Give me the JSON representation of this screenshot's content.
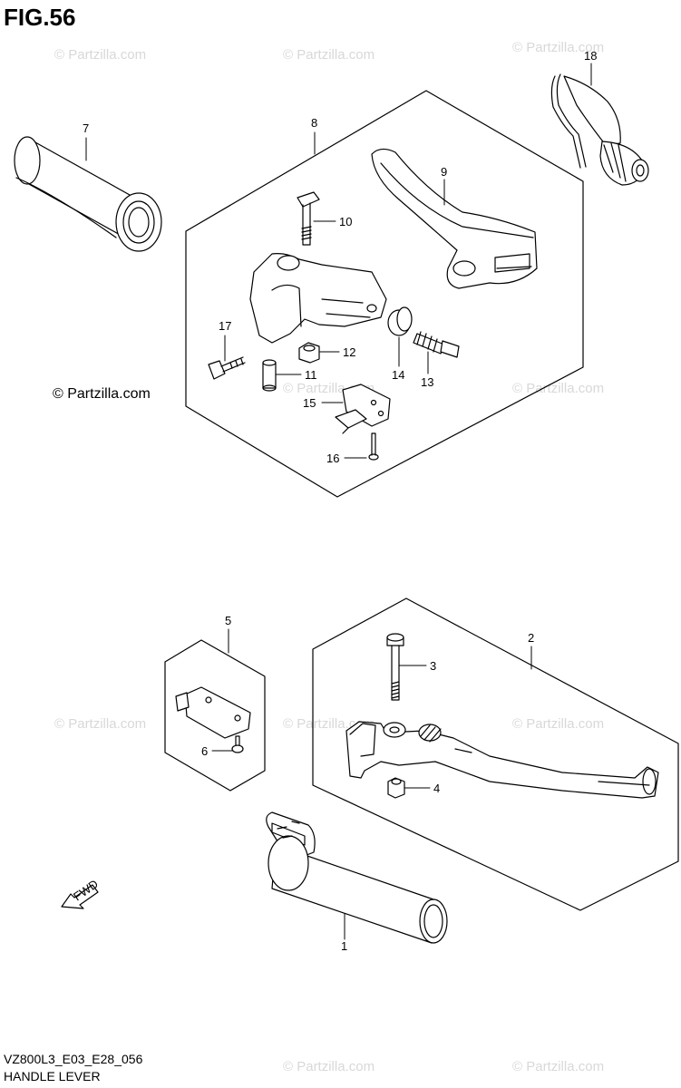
{
  "figure": {
    "title": "FIG.56",
    "code": "VZ800L3_E03_E28_056",
    "name": "HANDLE LEVER",
    "watermark": "© Partzilla.com"
  },
  "parts": [
    {
      "number": "1"
    },
    {
      "number": "2"
    },
    {
      "number": "3"
    },
    {
      "number": "4"
    },
    {
      "number": "5"
    },
    {
      "number": "6"
    },
    {
      "number": "7"
    },
    {
      "number": "8"
    },
    {
      "number": "9"
    },
    {
      "number": "10"
    },
    {
      "number": "11"
    },
    {
      "number": "12"
    },
    {
      "number": "13"
    },
    {
      "number": "14"
    },
    {
      "number": "15"
    },
    {
      "number": "16"
    },
    {
      "number": "17"
    },
    {
      "number": "18"
    }
  ],
  "fwd_label": "FWD",
  "colors": {
    "line": "#000000",
    "watermark": "#d8d8d8",
    "background": "#ffffff"
  }
}
